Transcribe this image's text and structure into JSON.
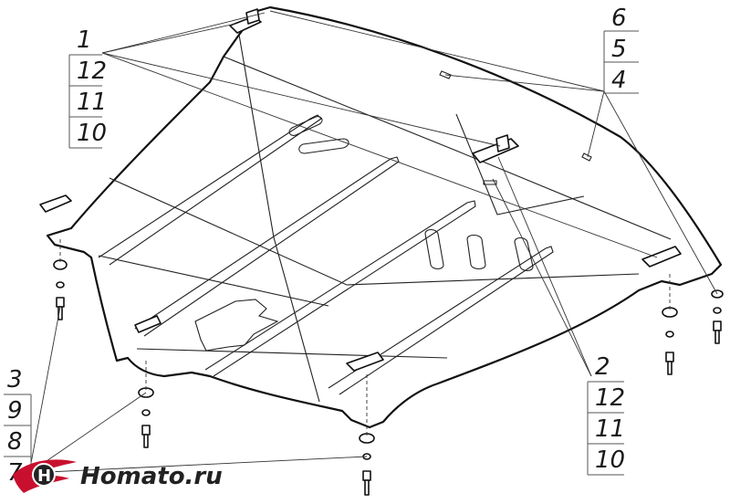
{
  "callouts_right_top": [
    "6",
    "5",
    "4"
  ],
  "callouts_left_top": [
    "1",
    "12",
    "11",
    "10"
  ],
  "callouts_right_bottom": [
    "2",
    "12",
    "11",
    "10"
  ],
  "callouts_left_bottom": [
    "3",
    "9",
    "8",
    "7"
  ],
  "logo": {
    "text": "Homato.ru",
    "colors": {
      "accent": "#c8102e",
      "dark": "#222222"
    }
  }
}
